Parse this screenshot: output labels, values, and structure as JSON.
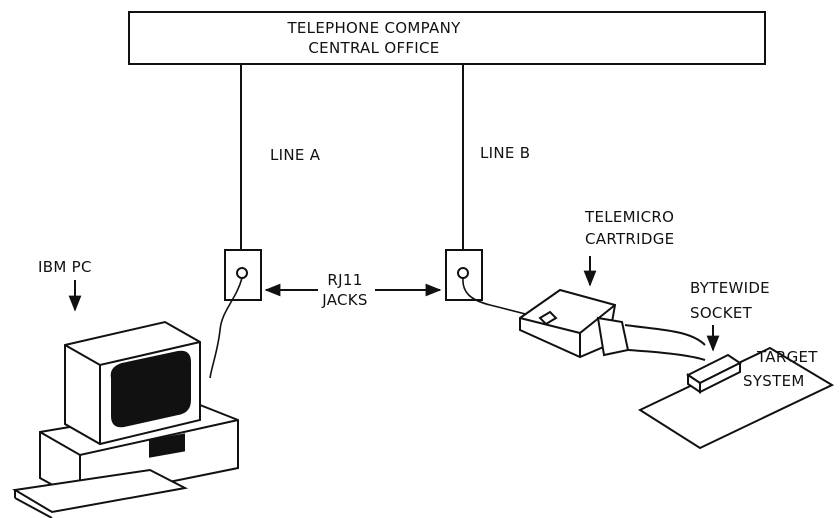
{
  "diagram": {
    "central_office": {
      "line1": "TELEPHONE COMPANY",
      "line2": "CENTRAL OFFICE"
    },
    "line_a": "LINE A",
    "line_b": "LINE B",
    "ibm_pc": "IBM PC",
    "rj11": {
      "line1": "RJ11",
      "line2": "JACKS"
    },
    "telemicro": {
      "line1": "TELEMICRO",
      "line2": "CARTRIDGE"
    },
    "bytewide": {
      "line1": "BYTEWIDE",
      "line2": "SOCKET"
    },
    "target": {
      "line1": "TARGET",
      "line2": "SYSTEM"
    }
  }
}
